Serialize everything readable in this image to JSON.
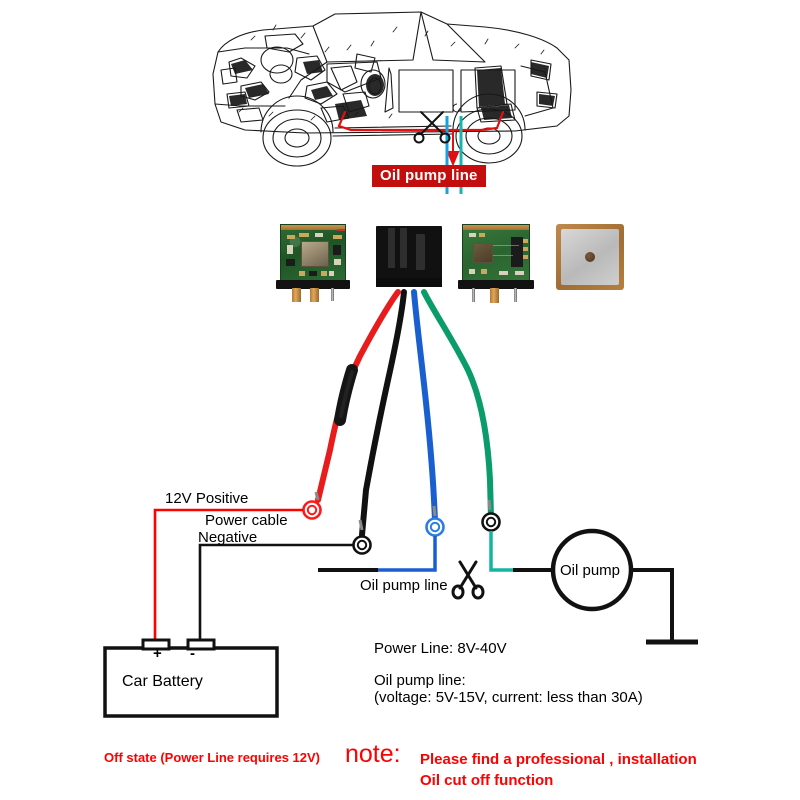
{
  "diagram": {
    "title_badge": "Oil pump line",
    "car_illustration_name": "car-cutaway-line-drawing"
  },
  "components": [
    {
      "name": "gsm-gps-main-board",
      "label": ""
    },
    {
      "name": "relay-module",
      "label": ""
    },
    {
      "name": "secondary-pcb-board",
      "label": ""
    },
    {
      "name": "gps-patch-antenna",
      "label": ""
    }
  ],
  "wires": [
    {
      "name": "red-power-wire",
      "color": "#e81c1c",
      "label": "12V Positive"
    },
    {
      "name": "black-ground-wire",
      "color": "#111111",
      "label": "Negative"
    },
    {
      "name": "blue-oil-pump-wire",
      "color": "#1a5fd0",
      "label": "Oil pump line"
    },
    {
      "name": "green-oil-pump-wire",
      "color": "#0a9c6a",
      "label": ""
    }
  ],
  "labels": {
    "positive": "12V Positive",
    "power_cable": "Power cable",
    "negative": "Negative",
    "oil_pump_line": "Oil pump line",
    "oil_pump": "Oil pump",
    "car_battery": "Car Battery",
    "battery_plus": "+",
    "battery_minus": "-"
  },
  "specs": {
    "power_line": "Power Line: 8V-40V",
    "oil_pump_line_heading": "Oil pump line:",
    "oil_pump_line_detail": "(voltage: 5V-15V, current: less than 30A)"
  },
  "notes": {
    "off_state": "Off state (Power Line requires 12V)",
    "note_word": "note:",
    "note_line_1": "Please find a professional ,  installation",
    "note_line_2": "Oil cut off function"
  },
  "colors": {
    "red": "#ff0000",
    "badge_red": "#c40d0d",
    "wire_red": "#e81c1c",
    "wire_black": "#111111",
    "wire_blue": "#1a5fd0",
    "wire_green": "#0a9c6a",
    "pcb_green": "#2c6b34",
    "antenna_copper": "#b67f40"
  }
}
